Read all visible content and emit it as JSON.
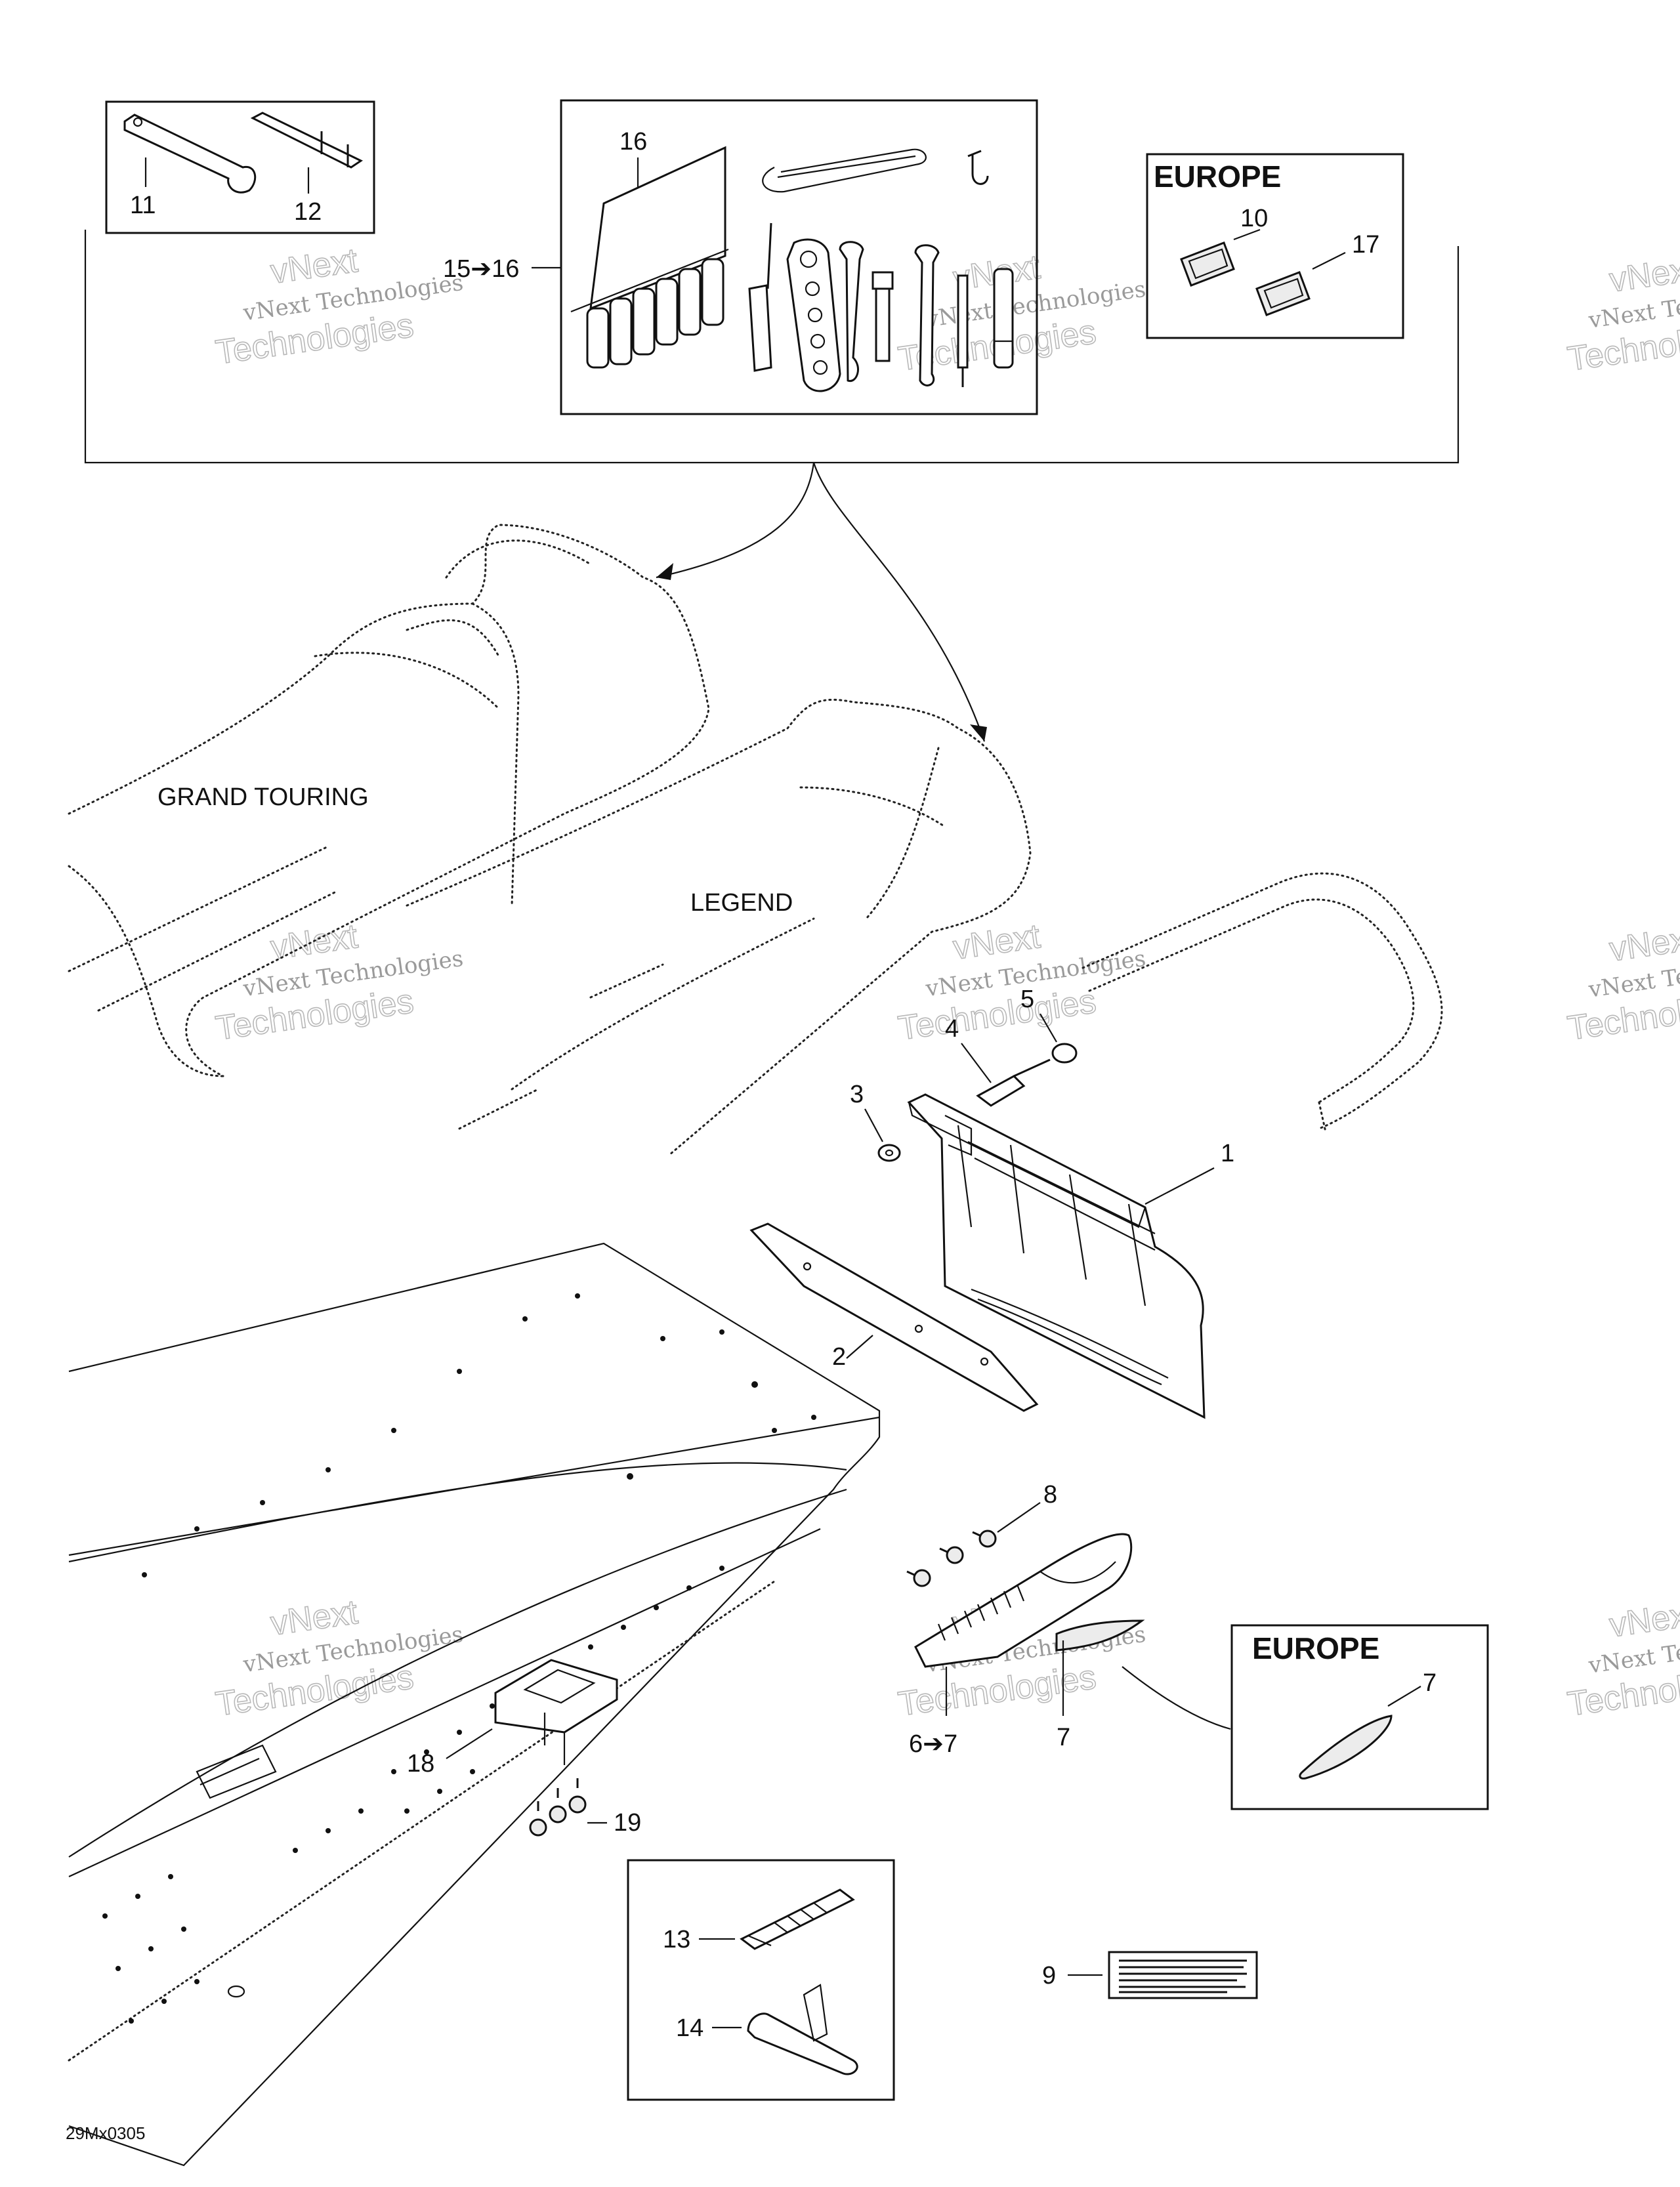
{
  "headers": {
    "europe_top": "EUROPE",
    "europe_bottom": "EUROPE"
  },
  "model_labels": {
    "grand_touring": "GRAND TOURING",
    "legend": "LEGEND"
  },
  "callouts": {
    "p1": "1",
    "p2": "2",
    "p3": "3",
    "p4": "4",
    "p5": "5",
    "p6_7": "6➔7",
    "p7a": "7",
    "p7b": "7",
    "p8": "8",
    "p9": "9",
    "p10": "10",
    "p11": "11",
    "p12": "12",
    "p13": "13",
    "p14": "14",
    "p15_16": "15➔16",
    "p16": "16",
    "p17": "17",
    "p18": "18",
    "p19": "19"
  },
  "watermark": {
    "line1": "vNext Technologies",
    "line2": "vNext",
    "line3": "Technologies"
  },
  "figure_code": "29Mx0305"
}
